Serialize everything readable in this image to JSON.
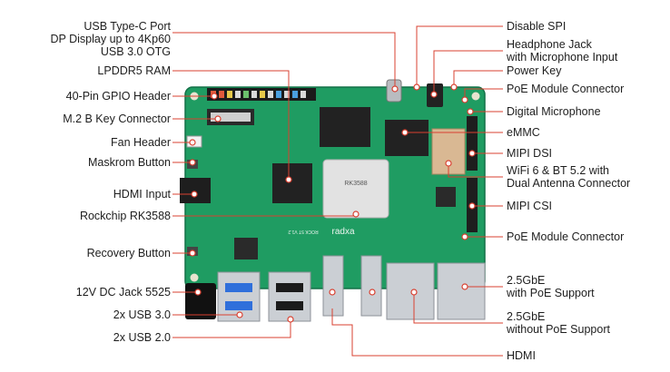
{
  "colors": {
    "leader": "#d94030",
    "text": "#1e1e1e",
    "pcb": "#1f9c62",
    "pcb_dark": "#177a4c"
  },
  "board_silkscreen": "ROCK 5T V1.2",
  "board_logo": "radxa",
  "soc_marking": "RK3588",
  "labels_left": [
    {
      "id": "usb-type-c-port",
      "lines": [
        "USB Type-C Port",
        "DP Display up to 4Kp60",
        "USB 3.0 OTG"
      ]
    },
    {
      "id": "lpddr5-ram",
      "lines": [
        "LPDDR5 RAM"
      ]
    },
    {
      "id": "gpio-header",
      "lines": [
        "40-Pin GPIO Header"
      ]
    },
    {
      "id": "m2-connector",
      "lines": [
        "M.2 B Key Connector"
      ]
    },
    {
      "id": "fan-header",
      "lines": [
        "Fan Header"
      ]
    },
    {
      "id": "maskrom-button",
      "lines": [
        "Maskrom Button"
      ]
    },
    {
      "id": "hdmi-input",
      "lines": [
        "HDMI Input"
      ]
    },
    {
      "id": "rockchip-soc",
      "lines": [
        "Rockchip RK3588"
      ]
    },
    {
      "id": "recovery-button",
      "lines": [
        "Recovery Button"
      ]
    },
    {
      "id": "dc-jack",
      "lines": [
        "12V DC Jack 5525"
      ]
    },
    {
      "id": "usb3",
      "lines": [
        "2x USB 3.0"
      ]
    },
    {
      "id": "usb2",
      "lines": [
        "2x USB 2.0"
      ]
    }
  ],
  "labels_right": [
    {
      "id": "disable-spi",
      "lines": [
        "Disable SPI"
      ]
    },
    {
      "id": "headphone-jack",
      "lines": [
        "Headphone Jack",
        "with Microphone Input"
      ]
    },
    {
      "id": "power-key",
      "lines": [
        "Power Key"
      ]
    },
    {
      "id": "poe-connector-top",
      "lines": [
        "PoE Module Connector"
      ]
    },
    {
      "id": "digital-mic",
      "lines": [
        "Digital Microphone"
      ]
    },
    {
      "id": "emmc",
      "lines": [
        "eMMC"
      ]
    },
    {
      "id": "mipi-dsi",
      "lines": [
        "MIPI DSI"
      ]
    },
    {
      "id": "wifi-bt",
      "lines": [
        "WiFi 6 & BT 5.2 with",
        "Dual Antenna Connector"
      ]
    },
    {
      "id": "mipi-csi",
      "lines": [
        "MIPI CSI"
      ]
    },
    {
      "id": "poe-connector-bottom",
      "lines": [
        "PoE Module Connector"
      ]
    },
    {
      "id": "eth-poe",
      "lines": [
        "2.5GbE",
        "with PoE Support"
      ]
    },
    {
      "id": "eth-nopoe",
      "lines": [
        "2.5GbE",
        "without PoE Support"
      ]
    },
    {
      "id": "hdmi-out",
      "lines": [
        "HDMI"
      ]
    }
  ]
}
